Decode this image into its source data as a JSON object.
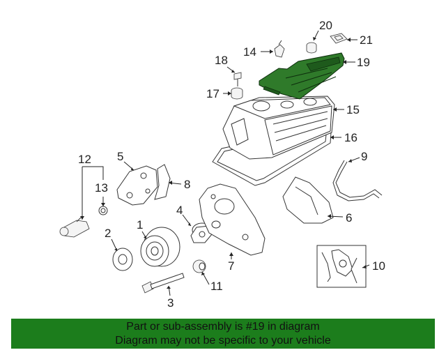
{
  "diagram": {
    "callouts": [
      {
        "id": "1",
        "label": "1"
      },
      {
        "id": "2",
        "label": "2"
      },
      {
        "id": "3",
        "label": "3"
      },
      {
        "id": "4",
        "label": "4"
      },
      {
        "id": "5",
        "label": "5"
      },
      {
        "id": "6",
        "label": "6"
      },
      {
        "id": "7",
        "label": "7"
      },
      {
        "id": "8",
        "label": "8"
      },
      {
        "id": "9",
        "label": "9"
      },
      {
        "id": "10",
        "label": "10"
      },
      {
        "id": "11",
        "label": "11"
      },
      {
        "id": "12",
        "label": "12"
      },
      {
        "id": "13",
        "label": "13"
      },
      {
        "id": "14",
        "label": "14"
      },
      {
        "id": "15",
        "label": "15"
      },
      {
        "id": "16",
        "label": "16"
      },
      {
        "id": "17",
        "label": "17"
      },
      {
        "id": "18",
        "label": "18"
      },
      {
        "id": "19",
        "label": "19"
      },
      {
        "id": "20",
        "label": "20"
      },
      {
        "id": "21",
        "label": "21"
      }
    ],
    "highlighted_part": "19",
    "highlight_color": "#2f7a2a"
  },
  "footer": {
    "line1": "Part or sub-assembly is #19 in diagram",
    "line2": "Diagram may not be specific to your vehicle",
    "background_color": "#1c7d1c"
  }
}
